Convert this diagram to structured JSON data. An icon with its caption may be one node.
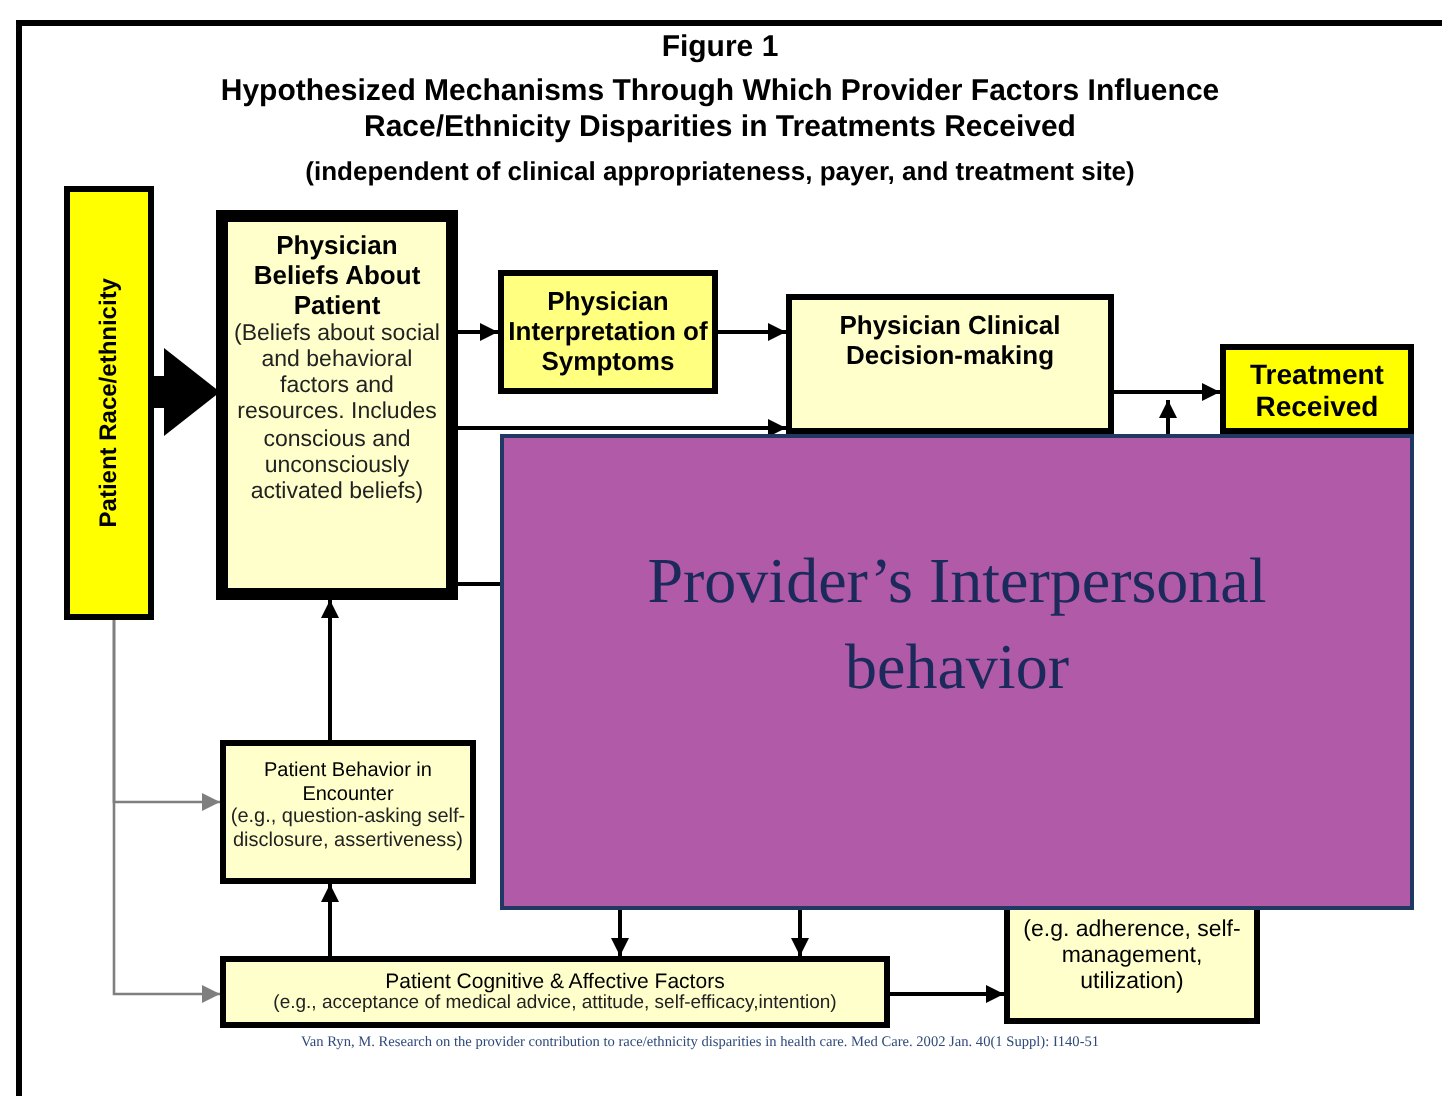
{
  "diagram": {
    "title": "Figure 1",
    "nodes": [
      {
        "text": [
          "Patient Race/ethnicity"
        ]
      },
      {
        "text": [
          "Physician Beliefs About Patient",
          "(Beliefs about social and behavioral factors and resources. Includes conscious and unconsciously activated beliefs)"
        ]
      },
      {
        "text": [
          "Physician Interpretation of Symptoms"
        ]
      },
      {
        "text": [
          "Physician Clinical Decision-making"
        ]
      },
      {
        "text": [
          "Treatment Received"
        ]
      },
      {
        "text": [
          "Provider’s Interpersonal behavior"
        ]
      },
      {
        "text": [
          "Patient Behavior in Encounter",
          "(e.g., question-asking self-disclosure, assertiveness)"
        ]
      },
      {
        "text": [
          "Patient Cognitive & Affective Factors",
          "(e.g., acceptance of medical advice, attitude, self-efficacy,intention)"
        ]
      },
      {
        "text": [
          "(e.g. adherence, self-management, utilization)"
        ]
      }
    ],
    "edges": [
      {
        "from": 0,
        "to": 1,
        "arrow": "to",
        "style": "thick"
      },
      {
        "from": 1,
        "to": 2,
        "arrow": "to"
      },
      {
        "from": 2,
        "to": 3,
        "arrow": "to"
      },
      {
        "from": 3,
        "to": 4,
        "arrow": "to"
      },
      {
        "from": 1,
        "to": 3,
        "arrow": "to"
      },
      {
        "from": 1,
        "to": 5,
        "arrow": "none"
      },
      {
        "from": 5,
        "to": null,
        "arrow": "to"
      },
      {
        "from": 6,
        "to": 1,
        "arrow": "to"
      },
      {
        "from": 7,
        "to": 6,
        "arrow": "to"
      },
      {
        "from": 7,
        "to": 8,
        "arrow": "to"
      },
      {
        "from": 0,
        "to": 6,
        "arrow": "to",
        "color": "#7f7f7f"
      },
      {
        "from": 0,
        "to": 7,
        "arrow": "to",
        "color": "#7f7f7f"
      },
      {
        "from": 5,
        "to": 7,
        "arrow": "to"
      },
      {
        "from": 5,
        "to": 7,
        "arrow": "to"
      }
    ],
    "labels": [
      "Hypothesized Mechanisms Through Which Provider Factors Influence Race/Ethnicity Disparities in Treatments Received",
      "(independent of clinical appropriateness, payer, and treatment site)",
      "Van Ryn, M. Research on the provider contribution to race/ethnicity disparities in health care. Med Care. 2002 Jan. 40(1 Suppl): I140-51"
    ]
  }
}
